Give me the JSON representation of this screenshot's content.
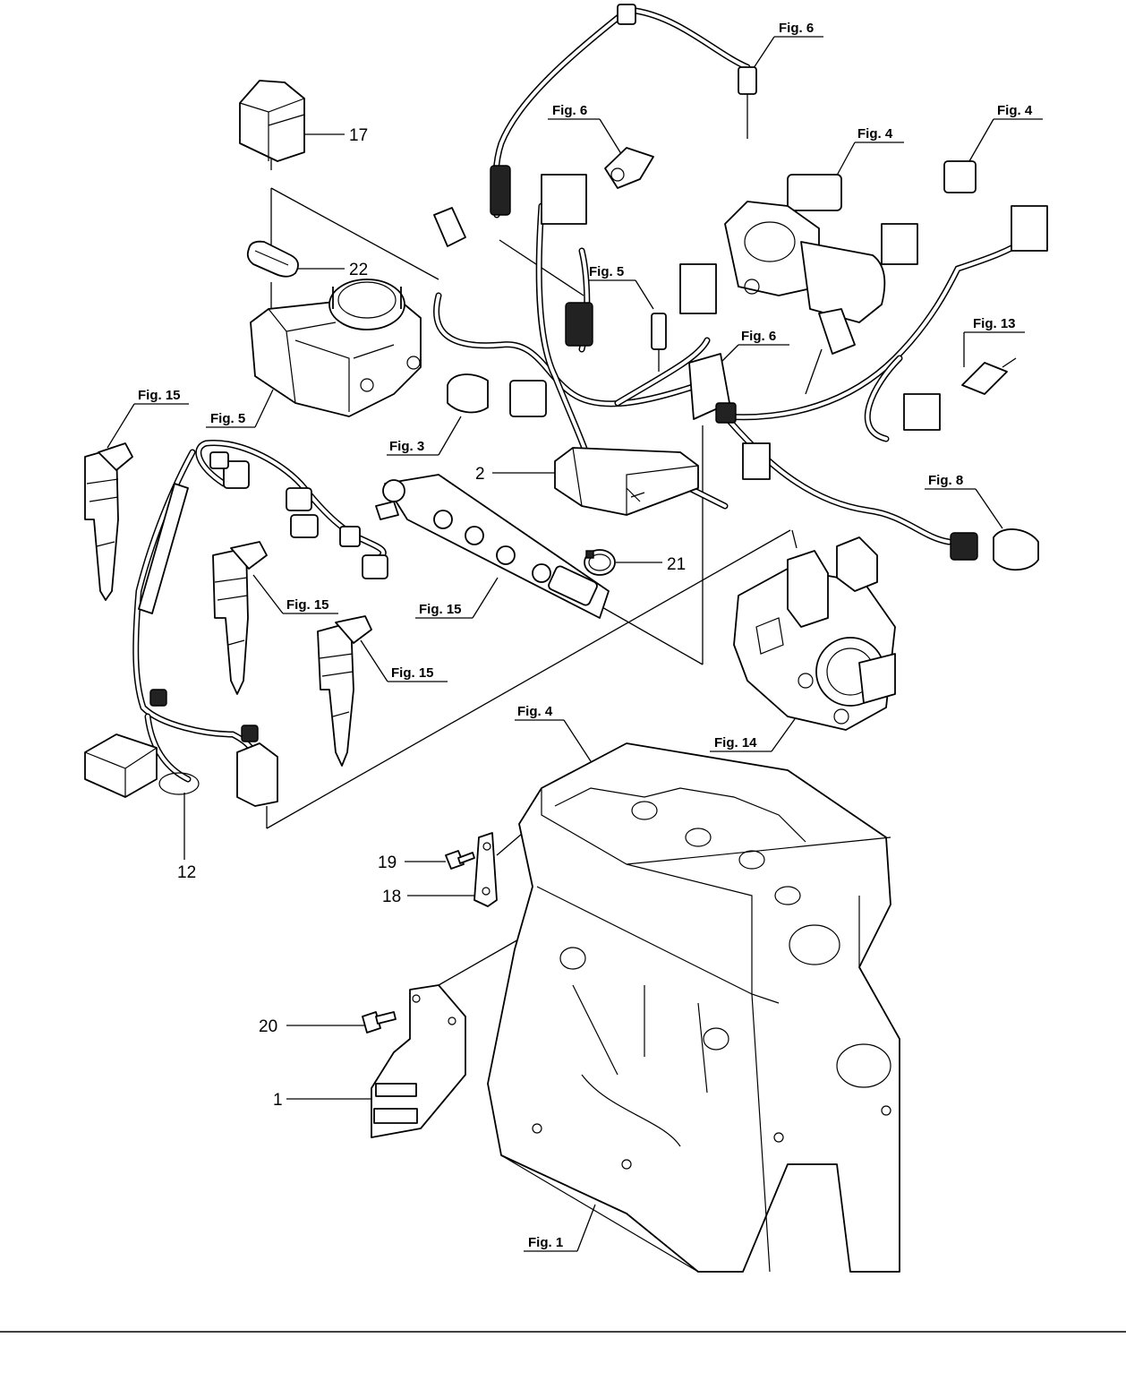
{
  "diagram": {
    "part_numbers": [
      "17",
      "22",
      "2",
      "21",
      "12",
      "19",
      "18",
      "20",
      "1"
    ],
    "figure_refs": [
      "Fig. 6",
      "Fig. 6",
      "Fig. 4",
      "Fig. 4",
      "Fig. 5",
      "Fig. 6",
      "Fig. 13",
      "Fig. 15",
      "Fig. 5",
      "Fig. 3",
      "Fig. 8",
      "Fig. 15",
      "Fig. 15",
      "Fig. 15",
      "Fig. 4",
      "Fig. 14",
      "Fig. 1"
    ]
  },
  "components": [
    "connector-cap",
    "gasket",
    "throttle-body",
    "wire-harness",
    "injector",
    "common-rail",
    "hose-clamp",
    "high-pressure-pump",
    "egr-valve",
    "sensor",
    "engine-block",
    "bracket",
    "bolt"
  ]
}
